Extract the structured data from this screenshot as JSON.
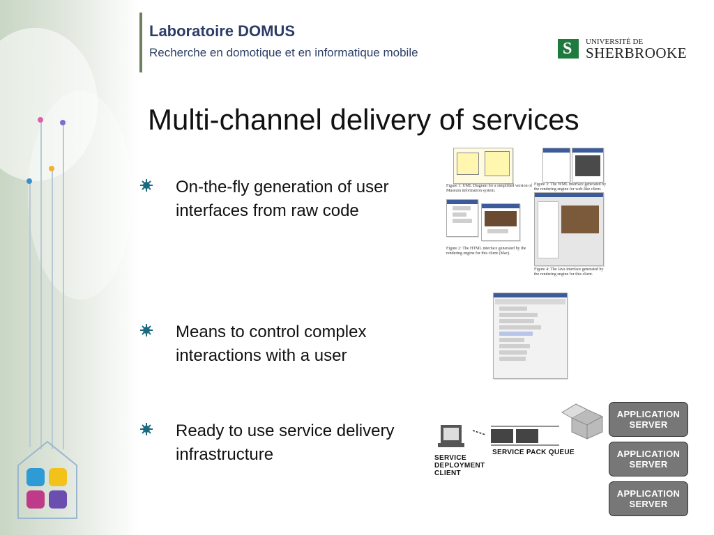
{
  "header": {
    "lab_title": "Laboratoire DOMUS",
    "lab_subtitle": "Recherche en domotique et en informatique mobile",
    "university_top": "UNIVERSITÉ DE",
    "university_name": "SHERBROOKE",
    "university_logo_letter": "S"
  },
  "slide": {
    "title": "Multi-channel delivery of services",
    "bullets": [
      {
        "text": "On-the-fly generation of user interfaces from raw code"
      },
      {
        "text": "Means to control complex interactions with a user"
      },
      {
        "text": "Ready to use service delivery infrastructure"
      }
    ]
  },
  "figures": {
    "fig1_caption": "Figure 1: UML Diagram for a simplified version of Museum information system.",
    "fig2_caption": "Figure 2: The HTML interface generated by the rendering engine for this client (Mac).",
    "fig3_caption": "Figure 3: The WML interface generated by the rendering engine for web-like client.",
    "fig4_caption": "Figure 4: The Java interface generated by the rendering engine for this client."
  },
  "diagram": {
    "client_label": "SERVICE DEPLOYMENT CLIENT",
    "queue_label": "SERVICE PACK QUEUE",
    "servers": [
      "APPLICATION SERVER",
      "APPLICATION SERVER",
      "APPLICATION SERVER"
    ]
  },
  "colors": {
    "brand_navy": "#2d3e66",
    "brand_green": "#1f7a3e",
    "server_gray": "#777777",
    "bullet_teal": "#1a6b80"
  }
}
